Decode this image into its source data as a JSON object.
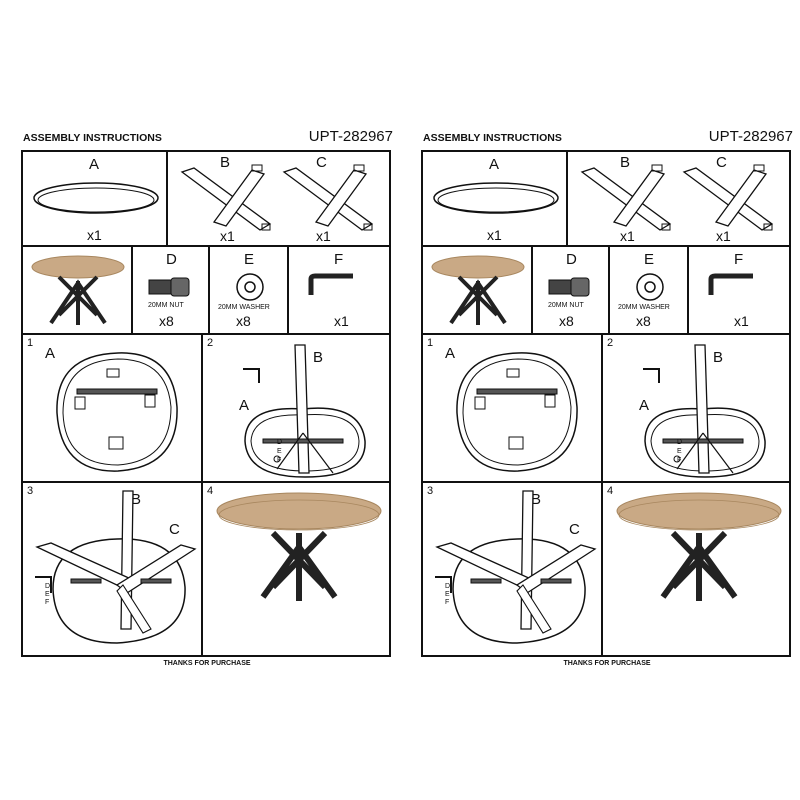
{
  "header": {
    "title": "ASSEMBLY INSTRUCTIONS",
    "code": "UPT-282967"
  },
  "parts": {
    "a": {
      "letter": "A",
      "qty": "x1"
    },
    "b": {
      "letter": "B",
      "qty": "x1"
    },
    "c": {
      "letter": "C",
      "qty": "x1"
    },
    "d": {
      "letter": "D",
      "name": "20MM NUT",
      "qty": "x8"
    },
    "e": {
      "letter": "E",
      "name": "20MM WASHER",
      "qty": "x8"
    },
    "f": {
      "letter": "F",
      "qty": "x1"
    }
  },
  "steps": {
    "s1": {
      "num": "1",
      "label_a": "A"
    },
    "s2": {
      "num": "2",
      "label_a": "A",
      "label_b": "B",
      "label_d": "D",
      "label_e": "E",
      "label_f": "F"
    },
    "s3": {
      "num": "3",
      "label_b": "B",
      "label_c": "C",
      "label_d": "D",
      "label_e": "E",
      "label_f": "F"
    },
    "s4": {
      "num": "4"
    }
  },
  "footer": {
    "text": "THANKS FOR PURCHASE"
  },
  "colors": {
    "wood": "#c9a985",
    "wood_dark": "#a8875f",
    "metal": "#222222"
  }
}
